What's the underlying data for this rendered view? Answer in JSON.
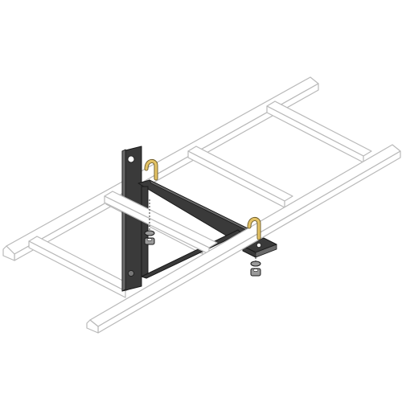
{
  "image": {
    "background": "#ffffff",
    "colors": {
      "ladder_fill": "#ffffff",
      "ladder_stroke": "#b9b9b9",
      "bracket_fill": "#3a3a3a",
      "bracket_stroke": "#1a1a1a",
      "j_bolt": "#e3c265",
      "hardware_fill": "#9a9a9a"
    },
    "parts": [
      "ladder-rack",
      "wall-plate",
      "triangular-bracket",
      "j-bolt",
      "washer",
      "nut"
    ]
  }
}
